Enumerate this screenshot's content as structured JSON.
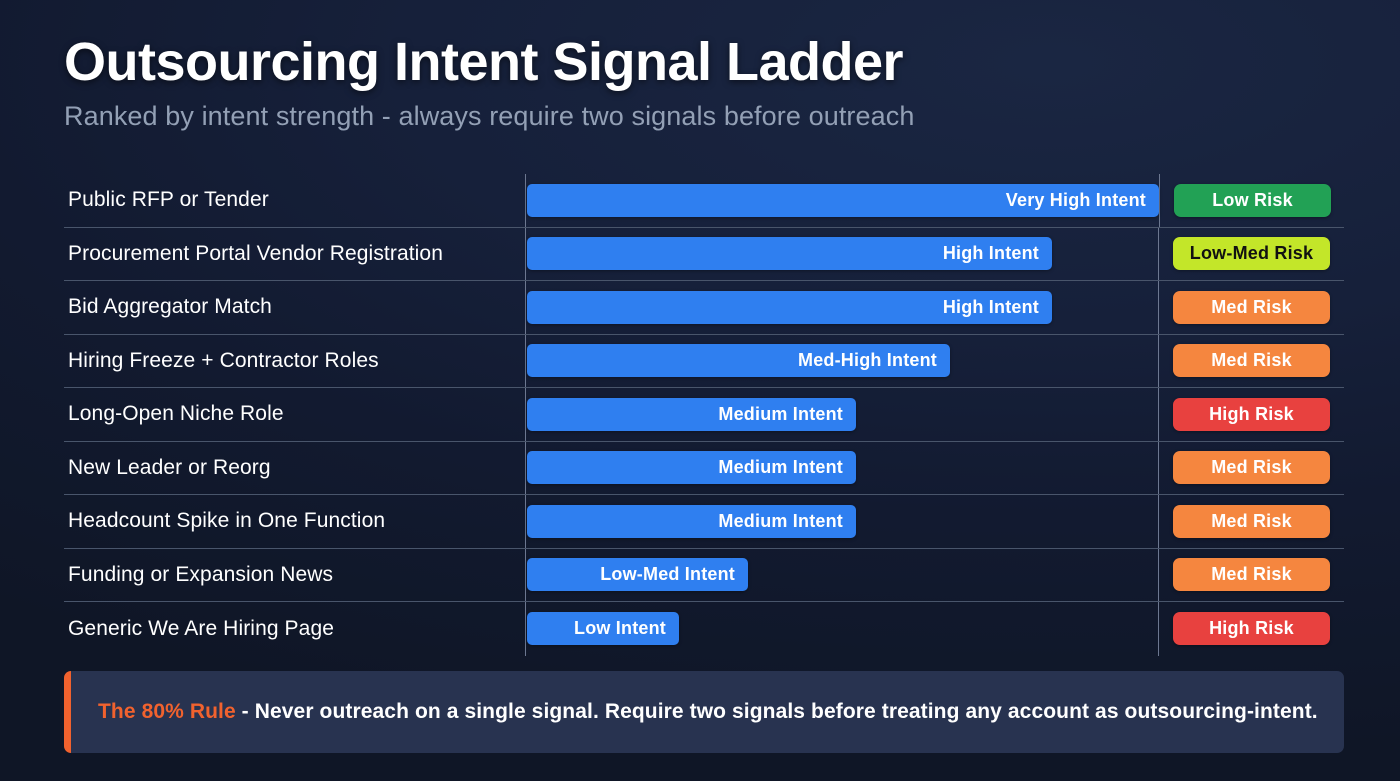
{
  "header": {
    "title": "Outsourcing Intent Signal Ladder",
    "subtitle": "Ranked by intent strength - always require two signals before outreach"
  },
  "colors": {
    "background": "#16203a",
    "bar_blue": "#2f7ff0",
    "accent_orange": "#f1622e",
    "risk_low": "#22a155",
    "risk_low_med": "#c3e629",
    "risk_med": "#f5863f",
    "risk_high": "#e8413f",
    "divider": "#6c7790",
    "subtitle_gray": "#93a0b5",
    "callout_panel": "#283350"
  },
  "chart_data": {
    "type": "bar",
    "title": "Outsourcing Intent Signal Ladder",
    "subtitle": "Ranked by intent strength - always require two signals before outreach",
    "xlabel": "",
    "ylabel": "",
    "grid": false,
    "legend": "none",
    "orientation": "horizontal",
    "categories": [
      "Public RFP or Tender",
      "Procurement Portal Vendor Registration",
      "Bid Aggregator Match",
      "Hiring Freeze + Contractor Roles",
      "Long-Open Niche Role",
      "New Leader or Reorg",
      "Headcount Spike in One Function",
      "Funding or Expansion News",
      "Generic We Are Hiring Page"
    ],
    "values": [
      100,
      83,
      83,
      67,
      52,
      52,
      52,
      35,
      24
    ],
    "value_labels": [
      "Very High Intent",
      "High Intent",
      "High Intent",
      "Med-High Intent",
      "Medium Intent",
      "Medium Intent",
      "Medium Intent",
      "Low-Med Intent",
      "Low Intent"
    ],
    "risk_labels": [
      "Low Risk",
      "Low-Med Risk",
      "Med Risk",
      "Med Risk",
      "High Risk",
      "Med Risk",
      "Med Risk",
      "Med Risk",
      "High Risk"
    ]
  },
  "rows": [
    {
      "label": "Public RFP or Tender",
      "intent": "Very High Intent",
      "bar_pct": 100,
      "risk": "Low Risk",
      "risk_level": "low"
    },
    {
      "label": "Procurement Portal Vendor Registration",
      "intent": "High Intent",
      "bar_pct": 83,
      "risk": "Low-Med Risk",
      "risk_level": "low-med"
    },
    {
      "label": "Bid Aggregator Match",
      "intent": "High Intent",
      "bar_pct": 83,
      "risk": "Med Risk",
      "risk_level": "med"
    },
    {
      "label": "Hiring Freeze + Contractor Roles",
      "intent": "Med-High Intent",
      "bar_pct": 67,
      "risk": "Med Risk",
      "risk_level": "med"
    },
    {
      "label": "Long-Open Niche Role",
      "intent": "Medium Intent",
      "bar_pct": 52,
      "risk": "High Risk",
      "risk_level": "high"
    },
    {
      "label": "New Leader or Reorg",
      "intent": "Medium Intent",
      "bar_pct": 52,
      "risk": "Med Risk",
      "risk_level": "med"
    },
    {
      "label": "Headcount Spike in One Function",
      "intent": "Medium Intent",
      "bar_pct": 52,
      "risk": "Med Risk",
      "risk_level": "med"
    },
    {
      "label": "Funding or Expansion News",
      "intent": "Low-Med Intent",
      "bar_pct": 35,
      "risk": "Med Risk",
      "risk_level": "med"
    },
    {
      "label": "Generic We Are Hiring Page",
      "intent": "Low Intent",
      "bar_pct": 24,
      "risk": "High Risk",
      "risk_level": "high"
    }
  ],
  "callout": {
    "lead": "The 80% Rule",
    "body": " - Never outreach on a single signal. Require two signals before treating any account as outsourcing-intent."
  }
}
